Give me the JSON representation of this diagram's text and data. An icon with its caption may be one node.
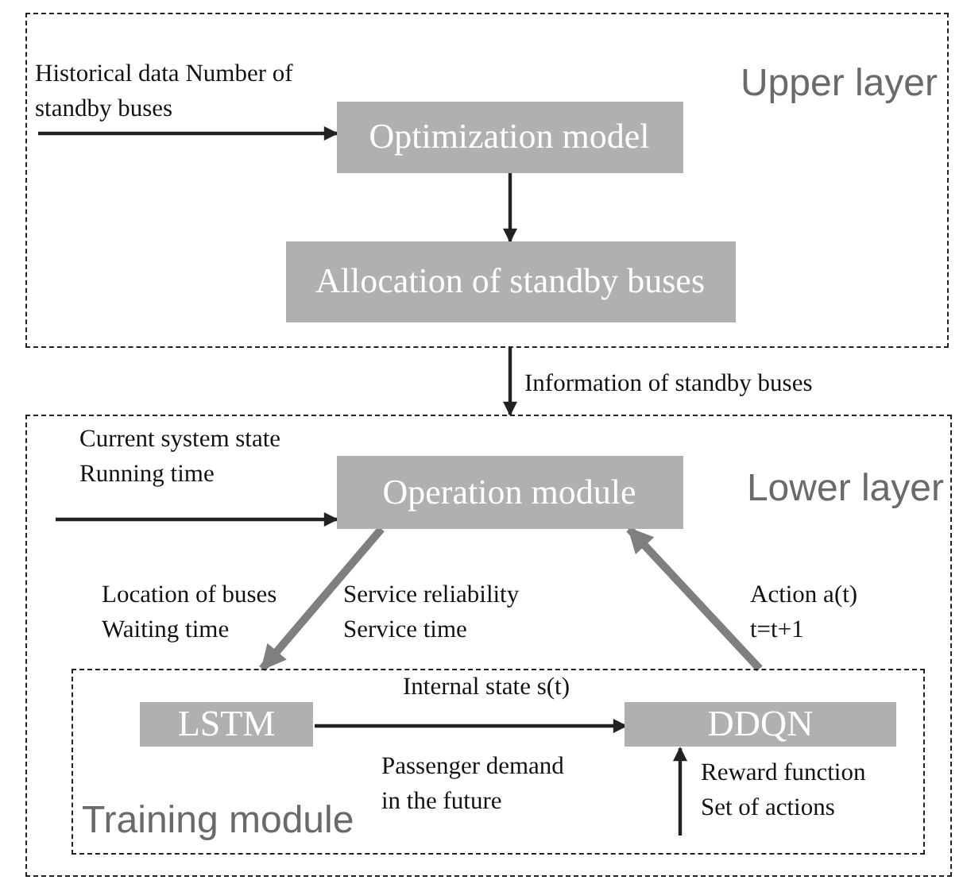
{
  "diagram": {
    "nodes": [
      {
        "text": [
          "Upper layer"
        ]
      },
      {
        "text": [
          "Optimization model"
        ],
        "in": 0
      },
      {
        "text": [
          "Allocation of standby buses"
        ],
        "in": 0
      },
      {
        "text": [
          "Lower layer"
        ]
      },
      {
        "text": [
          "Operation module"
        ],
        "in": 3
      },
      {
        "text": [
          "Training module"
        ],
        "in": 3
      },
      {
        "text": [
          "LSTM"
        ],
        "in": 5
      },
      {
        "text": [
          "DDQN"
        ],
        "in": 5
      }
    ],
    "edges": [
      {
        "from": null,
        "to": 1,
        "arrow": "to",
        "label": "Historical data Number of standby buses"
      },
      {
        "from": 1,
        "to": 2,
        "arrow": "to"
      },
      {
        "from": 0,
        "to": 3,
        "arrow": "to",
        "label": "Information of standby buses"
      },
      {
        "from": null,
        "to": 4,
        "arrow": "to",
        "label": "Current system state Running time"
      },
      {
        "from": 4,
        "to": 5,
        "arrow": "to",
        "style": "thick",
        "color": "#7f7f7f"
      },
      {
        "from": 5,
        "to": 4,
        "arrow": "to",
        "style": "thick",
        "color": "#7f7f7f",
        "label": "Action a(t) t=t+1"
      },
      {
        "from": 6,
        "to": 7,
        "arrow": "to",
        "label": "Internal state s(t)"
      },
      {
        "from": null,
        "to": 7,
        "arrow": "to",
        "label": "Reward function Set of actions"
      }
    ],
    "labels": [
      "Location of buses Waiting time",
      "Service reliability Service time",
      "Passenger demand in the future"
    ]
  }
}
